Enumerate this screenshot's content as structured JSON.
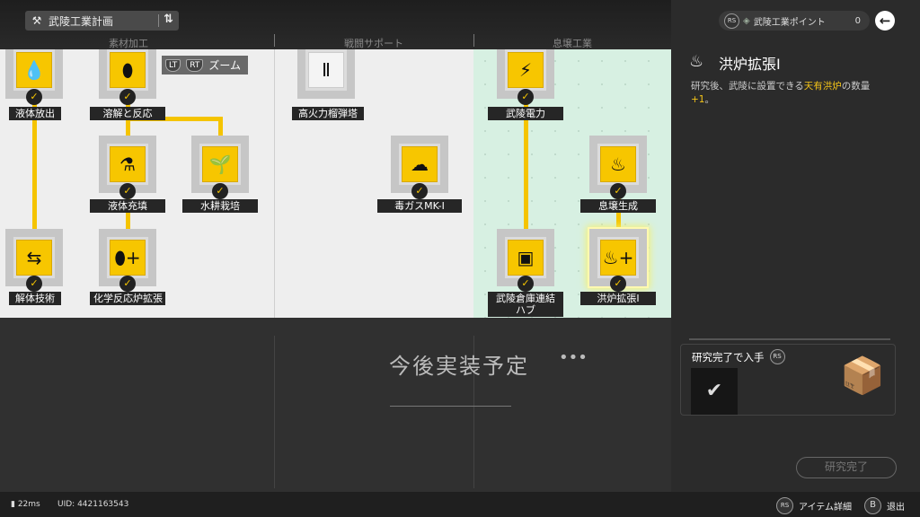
{
  "header": {
    "title": "武陵工業計画",
    "switch_icon": "swap-icon"
  },
  "columns": [
    "素材加工",
    "戦闘サポート",
    "息壌工業"
  ],
  "zoom_hint": {
    "lt": "LT",
    "rt": "RT",
    "label": "ズーム"
  },
  "nodes": {
    "n1": "液体放出",
    "n2": "溶解と反応",
    "n3": "高火力榴弾塔",
    "n4": "武陵電力",
    "n5": "液体充填",
    "n6": "水耕栽培",
    "n7": "毒ガスMK-Ⅰ",
    "n8": "息壌生成",
    "n9": "解体技術",
    "n10": "化学反応炉拡張",
    "n11": "武陵倉庫連結ハブ",
    "n12": "洪炉拡張Ⅰ"
  },
  "coming_soon": "今後実装予定",
  "coming_dots": "•••",
  "points": {
    "rs": "RS",
    "label": "武陵工業ポイント",
    "value": "0"
  },
  "detail": {
    "title": "洪炉拡張Ⅰ",
    "desc_pre": "研究後、武陵に設置できる",
    "desc_hl": "天有洪炉",
    "desc_post": "の数量",
    "desc_num": "+1",
    "desc_end": "。"
  },
  "reward": {
    "label": "研究完了で入手",
    "rs": "RS"
  },
  "complete_button": "研究完了",
  "status": {
    "ping": "22ms",
    "uid": "UID: 4421163543"
  },
  "footer": {
    "rs": "RS",
    "detail": "アイテム詳細",
    "b": "B",
    "exit": "退出"
  },
  "colors": {
    "accent": "#f7c600",
    "mint": "#d7f0e2"
  }
}
